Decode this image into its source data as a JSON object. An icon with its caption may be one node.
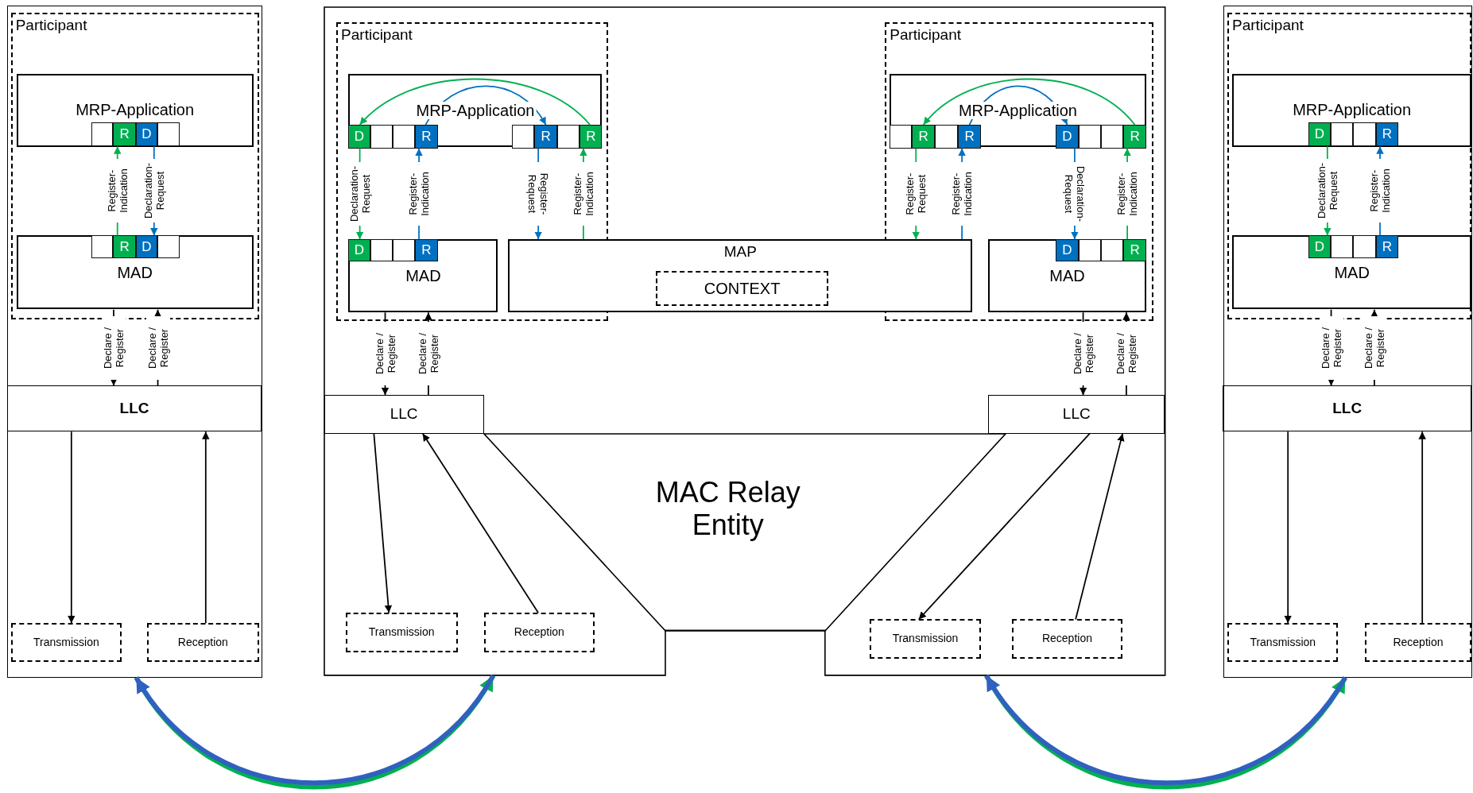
{
  "diagram": {
    "nodes": [
      {
        "text": [],
        "shape": "box"
      },
      {
        "text": [
          "Participant"
        ],
        "in": 0
      },
      {
        "text": [
          "MRP-Application"
        ],
        "in": 1
      },
      {
        "text": [],
        "shape": "box",
        "in": 2
      },
      {
        "text": [
          "R"
        ],
        "in": 2
      },
      {
        "text": [
          "D"
        ],
        "in": 2
      },
      {
        "text": [],
        "shape": "box",
        "in": 2
      },
      {
        "text": [
          "MAD"
        ],
        "in": 1
      },
      {
        "text": [],
        "shape": "box",
        "in": 7
      },
      {
        "text": [
          "R"
        ],
        "in": 7
      },
      {
        "text": [
          "D"
        ],
        "in": 7
      },
      {
        "text": [],
        "shape": "box",
        "in": 7
      },
      {
        "text": [
          "LLC"
        ],
        "in": 0
      },
      {
        "text": [
          "Transmission"
        ],
        "in": 0
      },
      {
        "text": [
          "Reception"
        ],
        "in": 0
      },
      {
        "text": [],
        "shape": "box"
      },
      {
        "text": [
          "Participant"
        ],
        "in": 15
      },
      {
        "text": [
          "MRP-Application"
        ],
        "in": 16
      },
      {
        "text": [
          "D"
        ],
        "in": 17
      },
      {
        "text": [],
        "shape": "box",
        "in": 17
      },
      {
        "text": [],
        "shape": "box",
        "in": 17
      },
      {
        "text": [
          "R"
        ],
        "in": 17
      },
      {
        "text": [],
        "shape": "box",
        "in": 17
      },
      {
        "text": [
          "R"
        ],
        "in": 17
      },
      {
        "text": [],
        "shape": "box",
        "in": 17
      },
      {
        "text": [
          "R"
        ],
        "in": 17
      },
      {
        "text": [
          "MAD"
        ],
        "in": 16
      },
      {
        "text": [
          "D"
        ],
        "in": 26
      },
      {
        "text": [],
        "shape": "box",
        "in": 26
      },
      {
        "text": [],
        "shape": "box",
        "in": 26
      },
      {
        "text": [
          "R"
        ],
        "in": 26
      },
      {
        "text": [
          "Participant"
        ],
        "in": 15
      },
      {
        "text": [
          "MRP-Application"
        ],
        "in": 31
      },
      {
        "text": [],
        "shape": "box",
        "in": 32
      },
      {
        "text": [
          "R"
        ],
        "in": 32
      },
      {
        "text": [],
        "shape": "box",
        "in": 32
      },
      {
        "text": [
          "R"
        ],
        "in": 32
      },
      {
        "text": [
          "D"
        ],
        "in": 32
      },
      {
        "text": [],
        "shape": "box",
        "in": 32
      },
      {
        "text": [],
        "shape": "box",
        "in": 32
      },
      {
        "text": [
          "R"
        ],
        "in": 32
      },
      {
        "text": [
          "MAD"
        ],
        "in": 31
      },
      {
        "text": [
          "D"
        ],
        "in": 41
      },
      {
        "text": [],
        "shape": "box",
        "in": 41
      },
      {
        "text": [],
        "shape": "box",
        "in": 41
      },
      {
        "text": [
          "R"
        ],
        "in": 41
      },
      {
        "text": [
          "MAP"
        ],
        "in": 15
      },
      {
        "text": [
          "CONTEXT"
        ],
        "in": 46
      },
      {
        "text": [
          "LLC"
        ],
        "in": 15
      },
      {
        "text": [
          "LLC"
        ],
        "in": 15
      },
      {
        "text": [
          "MAC Relay Entity"
        ],
        "in": 15
      },
      {
        "text": [
          "Transmission"
        ],
        "in": 15
      },
      {
        "text": [
          "Reception"
        ],
        "in": 15
      },
      {
        "text": [
          "Transmission"
        ],
        "in": 15
      },
      {
        "text": [
          "Reception"
        ],
        "in": 15
      },
      {
        "text": [],
        "shape": "box"
      },
      {
        "text": [
          "Participant"
        ],
        "in": 55
      },
      {
        "text": [
          "MRP-Application"
        ],
        "in": 56
      },
      {
        "text": [
          "D"
        ],
        "in": 57
      },
      {
        "text": [],
        "shape": "box",
        "in": 57
      },
      {
        "text": [],
        "shape": "box",
        "in": 57
      },
      {
        "text": [
          "R"
        ],
        "in": 57
      },
      {
        "text": [
          "MAD"
        ],
        "in": 56
      },
      {
        "text": [
          "D"
        ],
        "in": 62
      },
      {
        "text": [],
        "shape": "box",
        "in": 62
      },
      {
        "text": [],
        "shape": "box",
        "in": 62
      },
      {
        "text": [
          "R"
        ],
        "in": 62
      },
      {
        "text": [
          "LLC"
        ],
        "in": 55
      },
      {
        "text": [
          "Transmission"
        ],
        "in": 55
      },
      {
        "text": [
          "Reception"
        ],
        "in": 55
      }
    ],
    "edges": [
      {
        "from": 9,
        "to": 4,
        "arrow": "to",
        "label": "Register-Indication",
        "color": "#00b050"
      },
      {
        "from": 5,
        "to": 10,
        "arrow": "to",
        "label": "Declaration-Request",
        "color": "#0070c0"
      },
      {
        "from": 7,
        "to": 12,
        "arrow": "to",
        "label": "Declare / Register"
      },
      {
        "from": 12,
        "to": 7,
        "arrow": "to",
        "label": "Declare / Register"
      },
      {
        "from": 12,
        "to": 13,
        "arrow": "to"
      },
      {
        "from": 14,
        "to": 12,
        "arrow": "to"
      },
      {
        "from": 25,
        "to": 18,
        "arrow": "to",
        "color": "#00b050"
      },
      {
        "from": 21,
        "to": 23,
        "arrow": "to",
        "color": "#0070c0"
      },
      {
        "from": 18,
        "to": 27,
        "arrow": "to",
        "label": "Declaration-Request",
        "color": "#00b050"
      },
      {
        "from": 30,
        "to": 21,
        "arrow": "to",
        "label": "Register-Indication",
        "color": "#0070c0"
      },
      {
        "from": 23,
        "to": 46,
        "arrow": "to",
        "label": "Register-Request",
        "color": "#0070c0"
      },
      {
        "from": 46,
        "to": 25,
        "arrow": "to",
        "label": "Register-Indication",
        "color": "#00b050"
      },
      {
        "from": 40,
        "to": 34,
        "arrow": "to",
        "color": "#00b050"
      },
      {
        "from": 36,
        "to": 37,
        "arrow": "to",
        "color": "#0070c0"
      },
      {
        "from": 34,
        "to": 46,
        "arrow": "to",
        "label": "Register-Request",
        "color": "#00b050"
      },
      {
        "from": 46,
        "to": 36,
        "arrow": "to",
        "label": "Register-Indication",
        "color": "#0070c0"
      },
      {
        "from": 37,
        "to": 42,
        "arrow": "to",
        "label": "Declaration-Request",
        "color": "#0070c0"
      },
      {
        "from": 45,
        "to": 40,
        "arrow": "to",
        "label": "Register-Indication",
        "color": "#00b050"
      },
      {
        "from": 26,
        "to": 48,
        "arrow": "to",
        "label": "Declare / Register"
      },
      {
        "from": 48,
        "to": 26,
        "arrow": "to",
        "label": "Declare / Register"
      },
      {
        "from": 41,
        "to": 49,
        "arrow": "to",
        "label": "Declare / Register"
      },
      {
        "from": 49,
        "to": 41,
        "arrow": "to",
        "label": "Declare / Register"
      },
      {
        "from": 48,
        "to": 51,
        "arrow": "to"
      },
      {
        "from": 52,
        "to": 48,
        "arrow": "to"
      },
      {
        "from": 49,
        "to": 53,
        "arrow": "to"
      },
      {
        "from": 54,
        "to": 49,
        "arrow": "to"
      },
      {
        "from": 58,
        "to": 63,
        "arrow": "to",
        "label": "Declaration-Request",
        "color": "#00b050"
      },
      {
        "from": 66,
        "to": 61,
        "arrow": "to",
        "label": "Register-Indication",
        "color": "#0070c0"
      },
      {
        "from": 62,
        "to": 67,
        "arrow": "to",
        "label": "Declare / Register"
      },
      {
        "from": 67,
        "to": 62,
        "arrow": "to",
        "label": "Declare / Register"
      },
      {
        "from": 67,
        "to": 68,
        "arrow": "to"
      },
      {
        "from": 69,
        "to": 67,
        "arrow": "to"
      },
      {
        "from": 0,
        "to": 15,
        "arrow": "to",
        "style": "thick",
        "color": "#00b050"
      },
      {
        "from": 15,
        "to": 0,
        "arrow": "to",
        "style": "thick",
        "color": "#3060c0"
      },
      {
        "from": 15,
        "to": 55,
        "arrow": "to",
        "style": "thick",
        "color": "#00b050"
      },
      {
        "from": 55,
        "to": 15,
        "arrow": "to",
        "style": "thick",
        "color": "#3060c0"
      }
    ]
  }
}
